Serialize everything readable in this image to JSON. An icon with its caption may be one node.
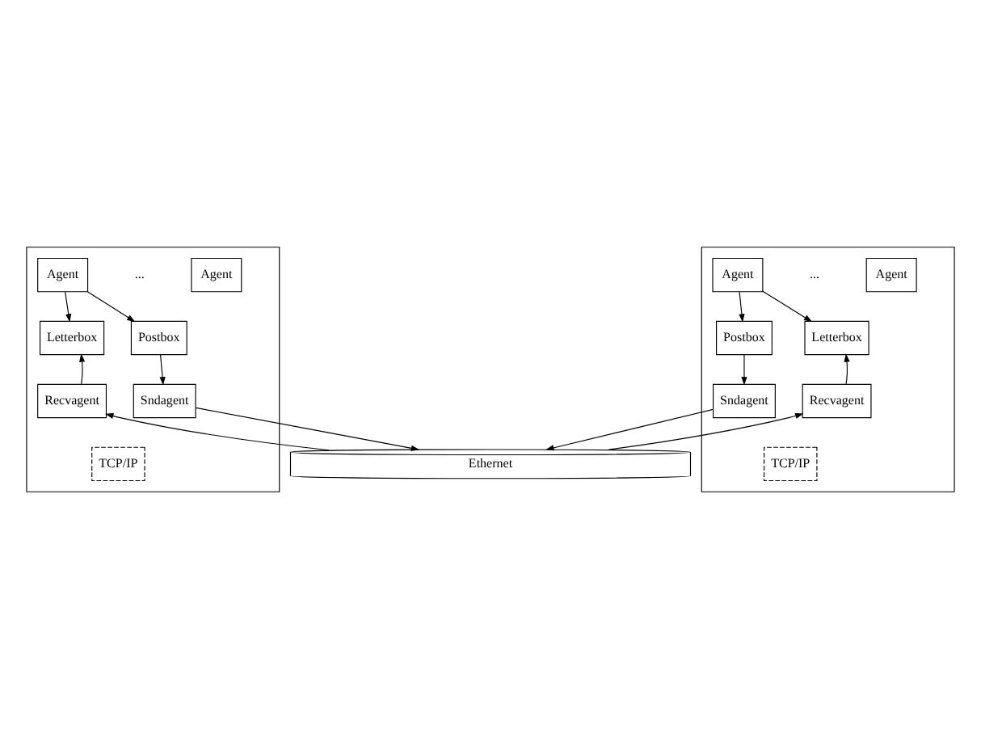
{
  "diagram": {
    "nodes": [
      {
        "text": [],
        "shape": "box"
      },
      {
        "text": [
          "Agent"
        ],
        "in": 0
      },
      {
        "text": [
          "Agent"
        ],
        "in": 0
      },
      {
        "text": [
          "Postbox"
        ],
        "in": 0
      },
      {
        "text": [
          "Letterbox"
        ],
        "in": 0
      },
      {
        "text": [
          "Sndagent"
        ],
        "in": 0
      },
      {
        "text": [
          "Recvagent"
        ],
        "in": 0
      },
      {
        "text": [
          "TCP/IP"
        ],
        "in": 0
      },
      {
        "text": [],
        "shape": "box"
      },
      {
        "text": [
          "Agent"
        ],
        "in": 8
      },
      {
        "text": [
          "Agent"
        ],
        "in": 8
      },
      {
        "text": [
          "Postbox"
        ],
        "in": 8
      },
      {
        "text": [
          "Letterbox"
        ],
        "in": 8
      },
      {
        "text": [
          "Sndagent"
        ],
        "in": 8
      },
      {
        "text": [
          "Recvagent"
        ],
        "in": 8
      },
      {
        "text": [
          "TCP/IP"
        ],
        "in": 8
      },
      {
        "text": [
          "Ethernet"
        ]
      }
    ],
    "edges": [
      {
        "from": 1,
        "to": 3,
        "arrow": "to"
      },
      {
        "from": 1,
        "to": 4,
        "arrow": "to"
      },
      {
        "from": 3,
        "to": 5,
        "arrow": "to"
      },
      {
        "from": 6,
        "to": 4,
        "arrow": "to"
      },
      {
        "from": 5,
        "to": 16,
        "arrow": "to"
      },
      {
        "from": 16,
        "to": 6,
        "arrow": "to"
      },
      {
        "from": 9,
        "to": 11,
        "arrow": "to"
      },
      {
        "from": 9,
        "to": 12,
        "arrow": "to"
      },
      {
        "from": 11,
        "to": 13,
        "arrow": "to"
      },
      {
        "from": 14,
        "to": 12,
        "arrow": "to"
      },
      {
        "from": 13,
        "to": 16,
        "arrow": "to"
      },
      {
        "from": 16,
        "to": 14,
        "arrow": "to"
      }
    ],
    "labels": [
      "...",
      "..."
    ]
  }
}
